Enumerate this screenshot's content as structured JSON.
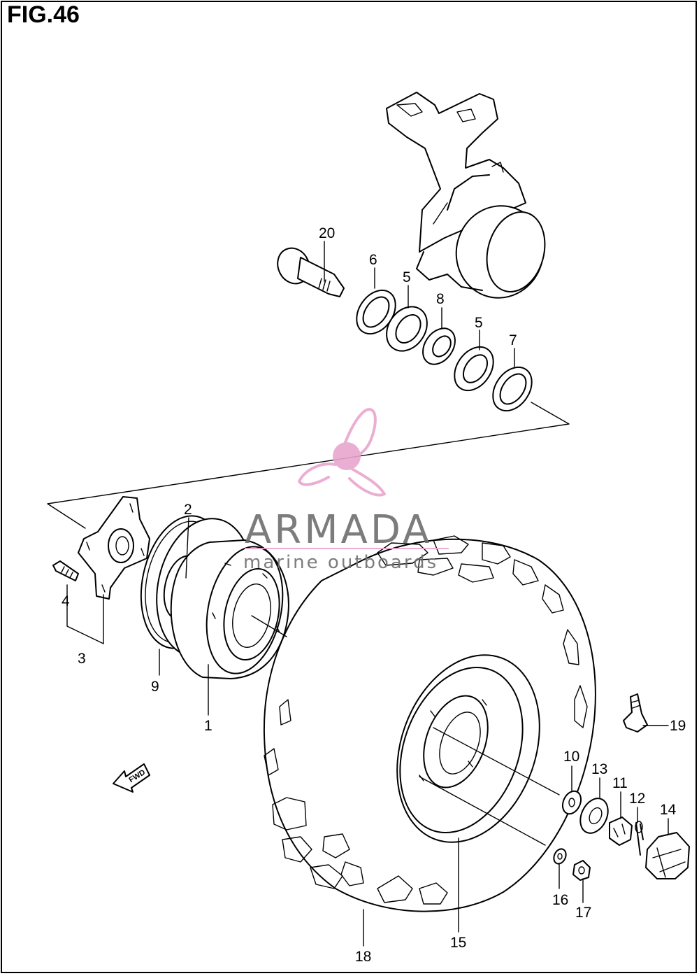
{
  "figure": {
    "title": "FIG.46"
  },
  "watermark": {
    "brand": "ARMADA",
    "tagline": "marine outboards",
    "logo_icon": "propeller-icon",
    "color_logo": "#e9a6cf",
    "color_text": "#6e6e6e"
  },
  "direction_badge": {
    "label": "FWD",
    "icon": "arrow-left-icon"
  },
  "part_labels": [
    {
      "id": "1",
      "text": "1"
    },
    {
      "id": "2",
      "text": "2"
    },
    {
      "id": "3",
      "text": "3"
    },
    {
      "id": "4",
      "text": "4"
    },
    {
      "id": "5a",
      "text": "5"
    },
    {
      "id": "5b",
      "text": "5"
    },
    {
      "id": "6",
      "text": "6"
    },
    {
      "id": "7",
      "text": "7"
    },
    {
      "id": "8",
      "text": "8"
    },
    {
      "id": "9",
      "text": "9"
    },
    {
      "id": "10",
      "text": "10"
    },
    {
      "id": "11",
      "text": "11"
    },
    {
      "id": "12",
      "text": "12"
    },
    {
      "id": "13",
      "text": "13"
    },
    {
      "id": "14",
      "text": "14"
    },
    {
      "id": "15",
      "text": "15"
    },
    {
      "id": "16",
      "text": "16"
    },
    {
      "id": "17",
      "text": "17"
    },
    {
      "id": "18",
      "text": "18"
    },
    {
      "id": "19",
      "text": "19"
    },
    {
      "id": "20",
      "text": "20"
    }
  ]
}
